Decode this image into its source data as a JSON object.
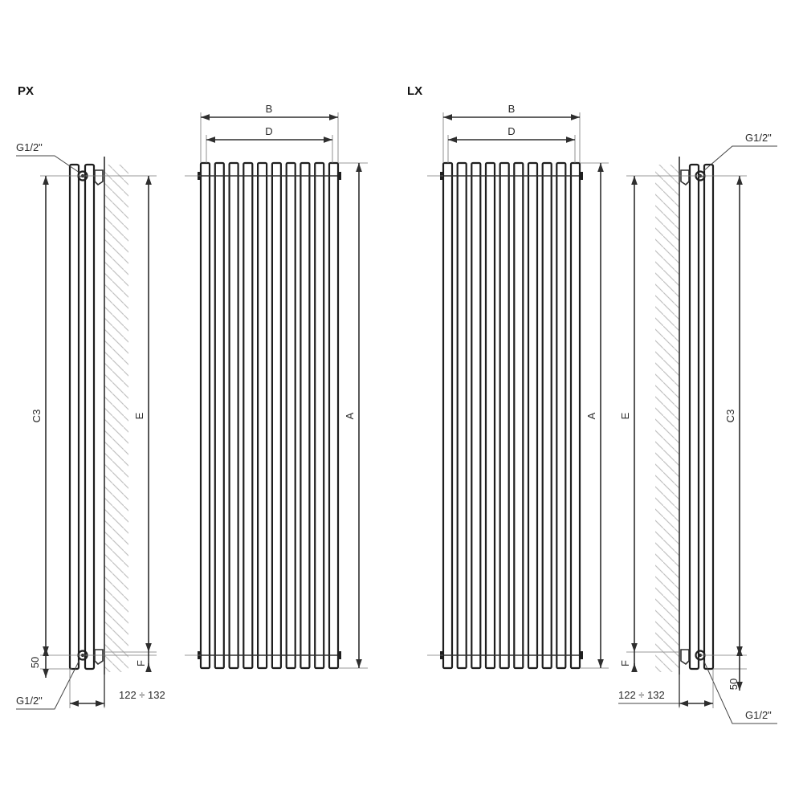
{
  "variants": [
    {
      "title": "PX"
    },
    {
      "title": "LX"
    }
  ],
  "labels": {
    "width_b": "B",
    "width_d": "D",
    "height_a": "A",
    "height_c3": "C3",
    "height_e": "E",
    "offset_f": "F",
    "offset_50": "50",
    "connection_top": "G1/2\"",
    "connection_bottom": "G1/2\"",
    "wall_distance": "122 ÷ 132"
  },
  "front_view": {
    "tube_count": 10
  }
}
